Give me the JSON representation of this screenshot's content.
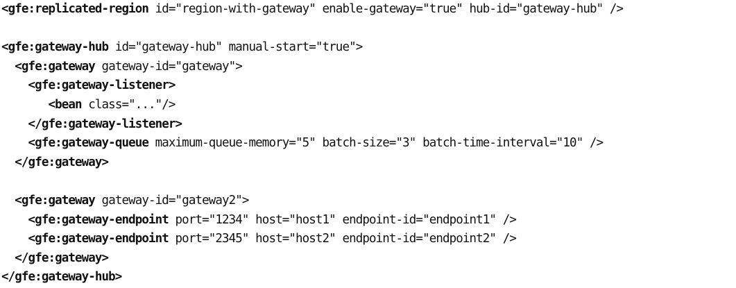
{
  "lines": [
    {
      "indent": "",
      "tag": "<gfe:replicated-region",
      "rest": " id=\"region-with-gateway\" enable-gateway=\"true\" hub-id=\"gateway-hub\" />"
    },
    {
      "indent": "",
      "tag": "",
      "rest": ""
    },
    {
      "indent": "",
      "tag": "<gfe:gateway-hub",
      "rest": " id=\"gateway-hub\" manual-start=\"true\">"
    },
    {
      "indent": "  ",
      "tag": "<gfe:gateway",
      "rest": " gateway-id=\"gateway\">"
    },
    {
      "indent": "    ",
      "tag": "<gfe:gateway-listener>",
      "rest": ""
    },
    {
      "indent": "       ",
      "tag": "<bean",
      "rest": " class=\"...\"/>"
    },
    {
      "indent": "    ",
      "tag": "</gfe:gateway-listener>",
      "rest": ""
    },
    {
      "indent": "    ",
      "tag": "<gfe:gateway-queue",
      "rest": " maximum-queue-memory=\"5\" batch-size=\"3\" batch-time-interval=\"10\" />"
    },
    {
      "indent": "  ",
      "tag": "</gfe:gateway>",
      "rest": ""
    },
    {
      "indent": "",
      "tag": "",
      "rest": ""
    },
    {
      "indent": "  ",
      "tag": "<gfe:gateway",
      "rest": " gateway-id=\"gateway2\">"
    },
    {
      "indent": "    ",
      "tag": "<gfe:gateway-endpoint",
      "rest": " port=\"1234\" host=\"host1\" endpoint-id=\"endpoint1\" />"
    },
    {
      "indent": "    ",
      "tag": "<gfe:gateway-endpoint",
      "rest": " port=\"2345\" host=\"host2\" endpoint-id=\"endpoint2\" />"
    },
    {
      "indent": "  ",
      "tag": "</gfe:gateway>",
      "rest": ""
    },
    {
      "indent": "",
      "tag": "</gfe:gateway-hub>",
      "rest": ""
    }
  ]
}
